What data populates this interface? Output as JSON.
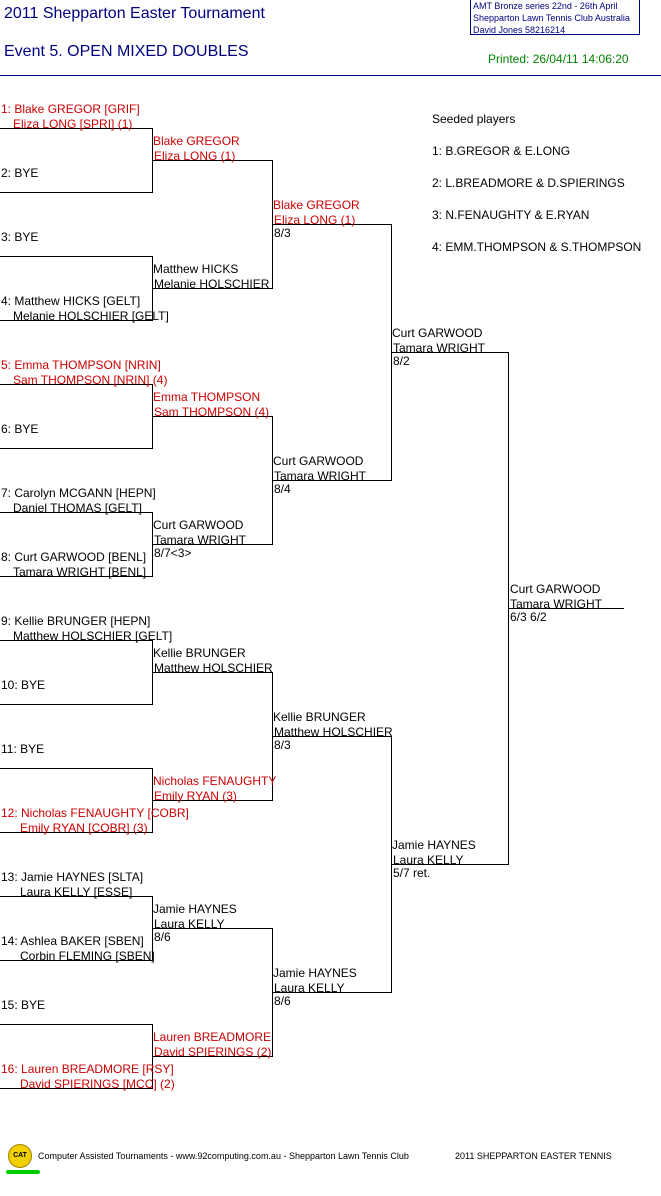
{
  "header": {
    "title": "2011 Shepparton Easter Tournament",
    "event": "Event 5. OPEN MIXED DOUBLES",
    "info_line1": "AMT Bronze series   22nd - 26th April",
    "info_line2": "Shepparton Lawn Tennis Club   Australia",
    "info_line3": "David Jones   58216214",
    "printed": "Printed: 26/04/11 14:06:20"
  },
  "draw": {
    "r1": [
      {
        "l1": "1: Blake GREGOR [GRIF]",
        "l2": "Eliza LONG [SPRI] (1)",
        "seeded": true
      },
      {
        "l1": "2: BYE",
        "l2": "",
        "seeded": false
      },
      {
        "l1": "3: BYE",
        "l2": "",
        "seeded": false
      },
      {
        "l1": "4: Matthew HICKS [GELT]",
        "l2": "Melanie HOLSCHIER [GELT]",
        "seeded": false
      },
      {
        "l1": "5: Emma THOMPSON [NRIN]",
        "l2": "Sam THOMPSON [NRIN] (4)",
        "seeded": true
      },
      {
        "l1": "6: BYE",
        "l2": "",
        "seeded": false
      },
      {
        "l1": "7: Carolyn MCGANN [HEPN]",
        "l2": "Daniel THOMAS [GELT]",
        "seeded": false
      },
      {
        "l1": "8: Curt GARWOOD [BENL]",
        "l2": "Tamara WRIGHT [BENL]",
        "seeded": false
      },
      {
        "l1": "9: Kellie BRUNGER [HEPN]",
        "l2": "Matthew HOLSCHIER [GELT]",
        "seeded": false
      },
      {
        "l1": "10: BYE",
        "l2": "",
        "seeded": false
      },
      {
        "l1": "11: BYE",
        "l2": "",
        "seeded": false
      },
      {
        "l1": "12: Nicholas FENAUGHTY [COBR]",
        "l2": "Emily RYAN [COBR] (3)",
        "seeded": true
      },
      {
        "l1": "13: Jamie HAYNES [SLTA]",
        "l2": "Laura KELLY [ESSE]",
        "seeded": false
      },
      {
        "l1": "14: Ashlea BAKER [SBEN]",
        "l2": "Corbin FLEMING [SBEN]",
        "seeded": false
      },
      {
        "l1": "15: BYE",
        "l2": "",
        "seeded": false
      },
      {
        "l1": "16: Lauren BREADMORE [RSY]",
        "l2": "David SPIERINGS [MCC] (2)",
        "seeded": true
      }
    ],
    "r2": [
      {
        "l1": "Blake GREGOR",
        "l2": "Eliza LONG (1)",
        "score": "",
        "seeded": true
      },
      {
        "l1": "Matthew HICKS",
        "l2": "Melanie HOLSCHIER",
        "score": "",
        "seeded": false
      },
      {
        "l1": "Emma THOMPSON",
        "l2": "Sam THOMPSON (4)",
        "score": "",
        "seeded": true
      },
      {
        "l1": "Curt GARWOOD",
        "l2": "Tamara WRIGHT",
        "score": "8/7<3>",
        "seeded": false
      },
      {
        "l1": "Kellie BRUNGER",
        "l2": "Matthew HOLSCHIER",
        "score": "",
        "seeded": false
      },
      {
        "l1": "Nicholas FENAUGHTY",
        "l2": "Emily RYAN (3)",
        "score": "",
        "seeded": true
      },
      {
        "l1": "Jamie HAYNES",
        "l2": "Laura KELLY",
        "score": "8/6",
        "seeded": false
      },
      {
        "l1": "Lauren BREADMORE",
        "l2": "David SPIERINGS (2)",
        "score": "",
        "seeded": true
      }
    ],
    "r3": [
      {
        "l1": "Blake GREGOR",
        "l2": "Eliza LONG (1)",
        "score": "8/3",
        "seeded": true
      },
      {
        "l1": "Curt GARWOOD",
        "l2": "Tamara WRIGHT",
        "score": "8/4",
        "seeded": false
      },
      {
        "l1": "Kellie BRUNGER",
        "l2": "Matthew HOLSCHIER",
        "score": "8/3",
        "seeded": false
      },
      {
        "l1": "Jamie HAYNES",
        "l2": "Laura KELLY",
        "score": "8/6",
        "seeded": false
      }
    ],
    "r4": [
      {
        "l1": "Curt GARWOOD",
        "l2": "Tamara WRIGHT",
        "score": "8/2",
        "seeded": false
      },
      {
        "l1": "Jamie HAYNES",
        "l2": "Laura KELLY",
        "score": "5/7 ret.",
        "seeded": false
      }
    ],
    "final": {
      "l1": "Curt GARWOOD",
      "l2": "Tamara WRIGHT",
      "score": "6/3 6/2",
      "seeded": false
    }
  },
  "seeds": {
    "heading": "Seeded players",
    "items": [
      "1: B.GREGOR & E.LONG",
      "2: L.BREADMORE & D.SPIERINGS",
      "3: N.FENAUGHTY & E.RYAN",
      "4: EMM.THOMPSON & S.THOMPSON"
    ]
  },
  "footer": {
    "logo_text": "CAT",
    "credit": "Computer Assisted Tournaments - www.92computing.com.au  -  Shepparton Lawn Tennis Club",
    "right": "2011 SHEPPARTON EASTER TENNIS"
  },
  "colors": {
    "header": "#000080",
    "seeded": "#cc0000",
    "printed": "#008000"
  }
}
